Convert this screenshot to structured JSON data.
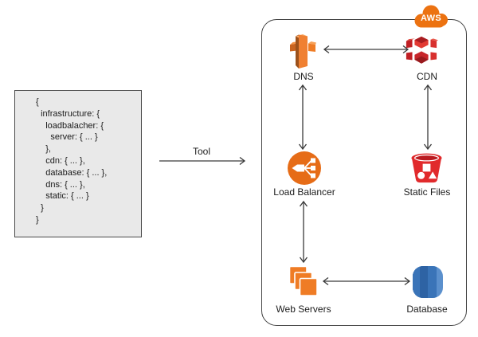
{
  "code_block": {
    "text": "{\n  infrastructure: {\n    loadbalacher: {\n      server: { ... }\n    },\n    cdn: { ... },\n    database: { ... },\n    dns: { ... },\n    static: { ... }\n  }\n}"
  },
  "tool_arrow": {
    "label": "Tool"
  },
  "aws_container": {
    "badge_label": "AWS"
  },
  "nodes": {
    "dns": {
      "label": "DNS"
    },
    "cdn": {
      "label": "CDN"
    },
    "load_balancer": {
      "label": "Load Balancer"
    },
    "static_files": {
      "label": "Static Files"
    },
    "web_servers": {
      "label": "Web Servers"
    },
    "database": {
      "label": "Database"
    }
  },
  "connections": [
    {
      "from": "DNS",
      "to": "CDN",
      "bidirectional": true
    },
    {
      "from": "DNS",
      "to": "Load Balancer",
      "bidirectional": true
    },
    {
      "from": "CDN",
      "to": "Static Files",
      "bidirectional": true
    },
    {
      "from": "Load Balancer",
      "to": "Web Servers",
      "bidirectional": true
    },
    {
      "from": "Web Servers",
      "to": "Database",
      "bidirectional": true
    },
    {
      "from": "code block",
      "to": "AWS diagram",
      "label": "Tool",
      "bidirectional": false
    }
  ],
  "colors": {
    "aws_orange": "#EC7211",
    "icon_orange": "#F08032",
    "icon_red": "#D9282C",
    "icon_blue": "#3472B8",
    "line": "#3A3A3A",
    "code_box_bg": "#E9E9E9"
  }
}
